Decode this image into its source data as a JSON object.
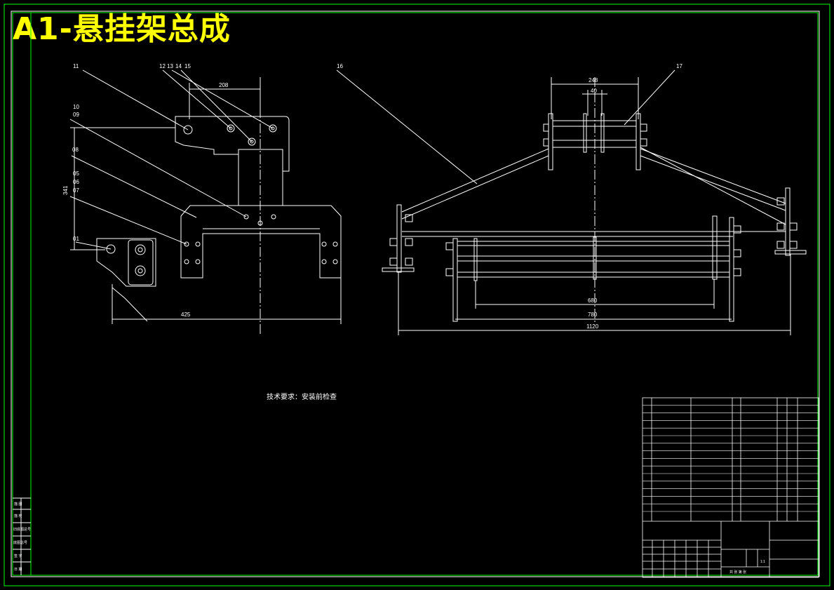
{
  "sheet_title": "A1-悬挂架总成",
  "tech_requirement": "技术要求：安装前检查",
  "view_left": {
    "callouts": [
      "11",
      "12",
      "13",
      "14",
      "15",
      "10",
      "09",
      "08",
      "05",
      "06",
      "07",
      "01"
    ],
    "dims": {
      "top": "208",
      "height": "341",
      "bottom": "425"
    }
  },
  "view_right": {
    "callouts": [
      "16",
      "17"
    ],
    "dims": {
      "top_outer": "248",
      "top_inner": "40",
      "inner": "680",
      "mid": "780",
      "overall": "1120"
    }
  },
  "title_block": {
    "bom_rows": 15,
    "stamp_side_labels": [
      "描 图",
      "描 校",
      "旧底图总号",
      "底图总号",
      "签 字",
      "日 期"
    ],
    "scale": "1:1",
    "footer": "共 张  第 张"
  },
  "colors": {
    "background": "#000000",
    "lines": "#ffffff",
    "frame": "#00ff00",
    "title": "#ffff00"
  }
}
